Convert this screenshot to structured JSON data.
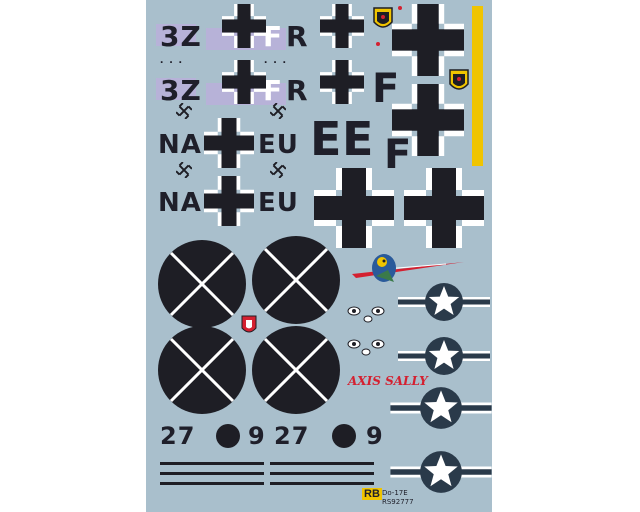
{
  "sheet": {
    "markings": {
      "code_3z": "3Z",
      "letter_f_white": "F",
      "letter_r": "R",
      "code_na": "NA",
      "code_eu": "EU",
      "big_e1": "E",
      "big_e2": "E",
      "big_f1": "F",
      "big_f2": "F",
      "num_27a": "27",
      "num_9a": "9",
      "num_27b": "27",
      "num_9b": "9",
      "axis_sally": "AXIS SALLY"
    },
    "footer": {
      "logo": "RB",
      "model": "Do-17E",
      "code": "RS92777"
    },
    "colors": {
      "background": "#a9bfcc",
      "black": "#1e1e25",
      "lavender": "#b7b2d8",
      "yellow": "#f0c400",
      "us_blue": "#2a3a4a",
      "red": "#d42030"
    },
    "icons": [
      "balkenkreuz-icon",
      "swastika-icon",
      "roundel-icon",
      "us-star-icon",
      "crest-icon",
      "bird-nose-art-icon"
    ]
  }
}
